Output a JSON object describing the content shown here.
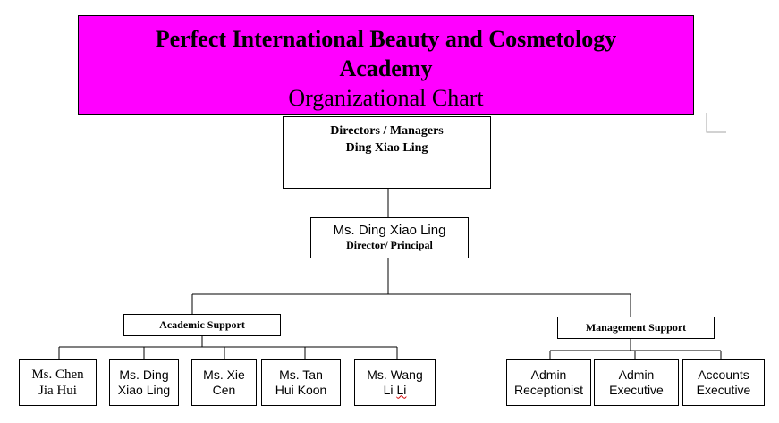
{
  "title": {
    "line1": "Perfect International Beauty and Cosmetology",
    "line2": "Academy",
    "line3": "Organizational Chart",
    "color": "#ff00ff"
  },
  "directors": {
    "heading": "Directors / Managers",
    "name": "Ding Xiao Ling"
  },
  "principal": {
    "name": "Ms. Ding Xiao Ling",
    "role": "Director/ Principal"
  },
  "academic_support": {
    "label": "Academic Support",
    "staff": [
      {
        "line1": "Ms. Chen",
        "line2": "Jia Hui"
      },
      {
        "line1": "Ms. Ding",
        "line2": "Xiao Ling"
      },
      {
        "line1": "Ms. Xie",
        "line2": "Cen"
      },
      {
        "line1": "Ms. Tan",
        "line2": "Hui Koon"
      },
      {
        "line1": "Ms. Wang",
        "line2_a": "Li ",
        "line2_b": "Li"
      }
    ]
  },
  "management_support": {
    "label": "Management Support",
    "staff": [
      {
        "line1": "Admin",
        "line2": "Receptionist"
      },
      {
        "line1": "Admin",
        "line2": "Executive"
      },
      {
        "line1": "Accounts",
        "line2": "Executive"
      }
    ]
  }
}
